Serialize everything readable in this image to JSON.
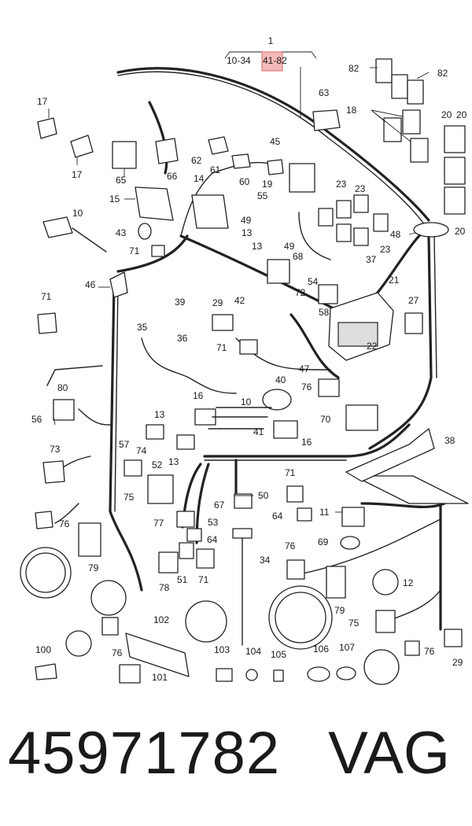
{
  "header": {
    "callout_number": "1",
    "ref_left": "10-34",
    "ref_highlight": "41-82",
    "highlight_color": "#f4b9b9"
  },
  "labels": {
    "l1": "17",
    "l2": "17",
    "l3": "65",
    "l4": "66",
    "l5": "62",
    "l6": "61",
    "l7": "45",
    "l8": "60",
    "l9": "63",
    "l10": "19",
    "l11": "82",
    "l12": "82",
    "l13": "18",
    "l14": "20",
    "l15": "20",
    "l16": "20",
    "l17": "15",
    "l18": "14",
    "l19": "55",
    "l20": "49",
    "l21": "13",
    "l22": "23",
    "l23": "23",
    "l24": "23",
    "l25": "48",
    "l26": "10",
    "l27": "43",
    "l28": "71",
    "l29": "13",
    "l30": "49",
    "l31": "68",
    "l32": "37",
    "l33": "46",
    "l34": "39",
    "l35": "54",
    "l36": "72",
    "l37": "21",
    "l38": "27",
    "l39": "71",
    "l40": "29",
    "l41": "42",
    "l42": "58",
    "l43": "22",
    "l44": "35",
    "l45": "36",
    "l46": "71",
    "l47": "47",
    "l48": "40",
    "l49": "76",
    "l50": "80",
    "l51": "16",
    "l52": "56",
    "l53": "10",
    "l54": "41",
    "l55": "13",
    "l56": "70",
    "l57": "16",
    "l58": "38",
    "l59": "73",
    "l60": "57",
    "l61": "74",
    "l62": "52",
    "l63": "13",
    "l64": "75",
    "l65": "71",
    "l66": "67",
    "l67": "50",
    "l68": "11",
    "l69": "64",
    "l70": "77",
    "l71": "53",
    "l72": "64",
    "l73": "76",
    "l74": "69",
    "l75": "79",
    "l76": "78",
    "l77": "51",
    "l78": "71",
    "l79": "34",
    "l80": "76",
    "l81": "12",
    "l82": "79",
    "l83": "102",
    "l84": "75",
    "l85": "100",
    "l86": "76",
    "l87": "101",
    "l88": "103",
    "l89": "104",
    "l90": "105",
    "l91": "106",
    "l92": "107",
    "l93": "76",
    "l94": "29"
  },
  "footer": {
    "part_number": "45971782",
    "brand": "VAG"
  }
}
